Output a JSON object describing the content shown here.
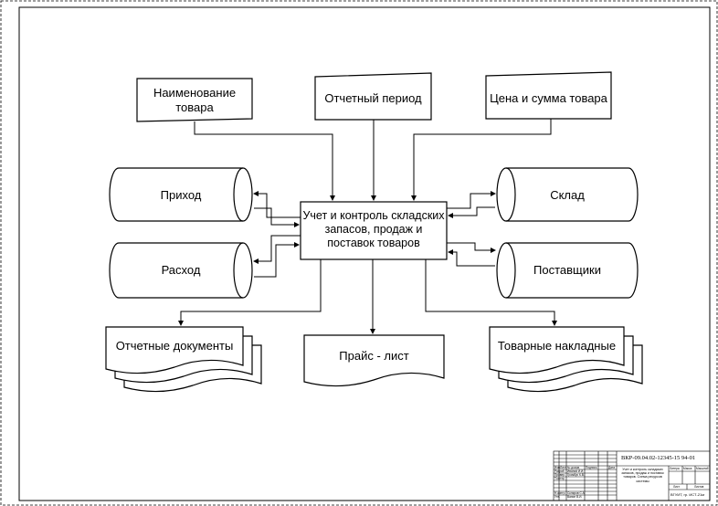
{
  "inputs": {
    "name": "Наименование товара",
    "period": "Отчетный период",
    "price": "Цена и сумма товара"
  },
  "process": {
    "label": "Учет и контроль складских запасов, продаж и поставок товаров"
  },
  "stores": {
    "income": "Приход",
    "expense": "Расход",
    "warehouse": "Склад",
    "suppliers": "Поставщики"
  },
  "outputs": {
    "reports": "Отчетные документы",
    "price_list": "Прайс - лист",
    "invoices": "Товарные накладные"
  },
  "title_block": {
    "doc_code": "ВКР-09.04.02-12345-15 94-01",
    "title": "Учет и контроль складских запасов, продаж и поставок товаров. Схема ресурсов системы",
    "org": "ВГУИТ, гр. ИСТ-21м",
    "headers": [
      "Изм.",
      "Лист",
      "№ докум.",
      "Подпись",
      "Дата"
    ],
    "roles": [
      "Разраб.",
      "Провер.",
      "Т.контр.",
      "Н.контр.",
      "Утв."
    ],
    "names": [
      "Иванов И.И.",
      "Громбус К.В.",
      "",
      "Скляров С.А.",
      "Ванин В.И."
    ],
    "stage_headers": [
      "Литера",
      "Масса",
      "Масштаб"
    ],
    "sheet_labels": [
      "Лист",
      "Листов"
    ]
  }
}
